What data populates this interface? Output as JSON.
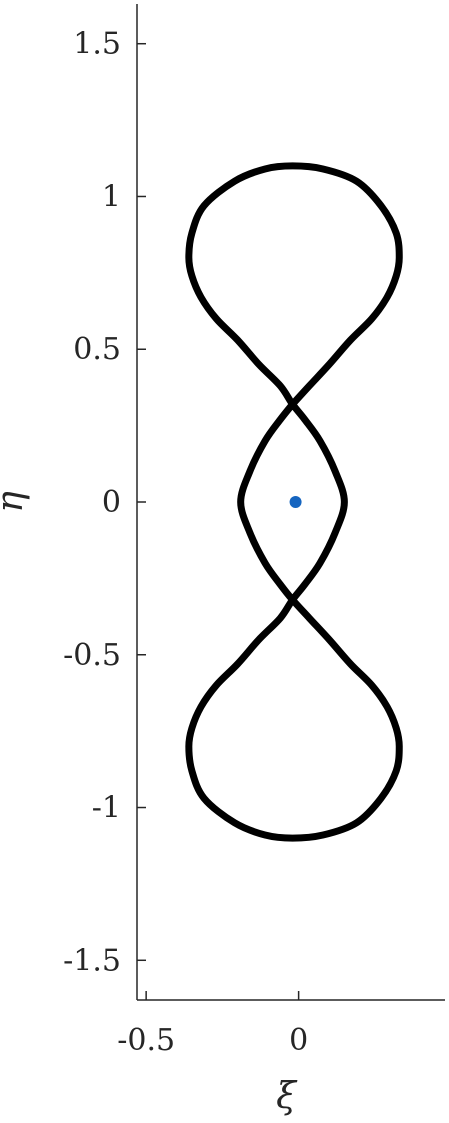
{
  "chart_data": {
    "type": "line",
    "title": "",
    "xlabel": "ξ",
    "ylabel": "η",
    "xlim": [
      -0.53,
      0.48
    ],
    "ylim": [
      -1.63,
      1.63
    ],
    "x_ticks": [
      {
        "value": -0.5,
        "label": "-0.5"
      },
      {
        "value": 0,
        "label": "0"
      }
    ],
    "y_ticks": [
      {
        "value": 1.5,
        "label": "1.5"
      },
      {
        "value": 1,
        "label": "1"
      },
      {
        "value": 0.5,
        "label": "0.5"
      },
      {
        "value": 0,
        "label": "0"
      },
      {
        "value": -0.5,
        "label": "-0.5"
      },
      {
        "value": -1,
        "label": "-1"
      },
      {
        "value": -1.5,
        "label": "-1.5"
      }
    ],
    "grid": false,
    "box": false,
    "series": [
      {
        "kind": "curve",
        "color": "#000000",
        "points": [
          [
            -0.02,
            0.32
          ],
          [
            0.035,
            0.38
          ],
          [
            0.1,
            0.45
          ],
          [
            0.17,
            0.53
          ],
          [
            0.24,
            0.6
          ],
          [
            0.29,
            0.67
          ],
          [
            0.32,
            0.74
          ],
          [
            0.33,
            0.8
          ],
          [
            0.32,
            0.88
          ],
          [
            0.27,
            0.97
          ],
          [
            0.19,
            1.05
          ],
          [
            0.08,
            1.09
          ],
          [
            -0.02,
            1.1
          ],
          [
            -0.11,
            1.09
          ],
          [
            -0.21,
            1.05
          ],
          [
            -0.31,
            0.97
          ],
          [
            -0.35,
            0.88
          ],
          [
            -0.36,
            0.8
          ],
          [
            -0.35,
            0.74
          ],
          [
            -0.32,
            0.67
          ],
          [
            -0.27,
            0.6
          ],
          [
            -0.2,
            0.53
          ],
          [
            -0.13,
            0.45
          ],
          [
            -0.06,
            0.38
          ],
          [
            -0.02,
            0.32
          ],
          [
            0.02,
            0.27
          ],
          [
            0.07,
            0.2
          ],
          [
            0.12,
            0.1
          ],
          [
            0.15,
            0.0
          ],
          [
            0.12,
            -0.1
          ],
          [
            0.07,
            -0.2
          ],
          [
            0.02,
            -0.27
          ],
          [
            -0.02,
            -0.32
          ],
          [
            -0.06,
            -0.38
          ],
          [
            -0.13,
            -0.45
          ],
          [
            -0.2,
            -0.53
          ],
          [
            -0.27,
            -0.6
          ],
          [
            -0.32,
            -0.67
          ],
          [
            -0.35,
            -0.74
          ],
          [
            -0.36,
            -0.8
          ],
          [
            -0.35,
            -0.88
          ],
          [
            -0.31,
            -0.97
          ],
          [
            -0.21,
            -1.05
          ],
          [
            -0.11,
            -1.09
          ],
          [
            -0.02,
            -1.1
          ],
          [
            0.08,
            -1.09
          ],
          [
            0.19,
            -1.05
          ],
          [
            0.27,
            -0.97
          ],
          [
            0.32,
            -0.88
          ],
          [
            0.33,
            -0.8
          ],
          [
            0.32,
            -0.74
          ],
          [
            0.29,
            -0.67
          ],
          [
            0.24,
            -0.6
          ],
          [
            0.17,
            -0.53
          ],
          [
            0.1,
            -0.45
          ],
          [
            0.035,
            -0.38
          ],
          [
            -0.02,
            -0.32
          ],
          [
            -0.06,
            -0.27
          ],
          [
            -0.11,
            -0.2
          ],
          [
            -0.16,
            -0.1
          ],
          [
            -0.19,
            0.0
          ],
          [
            -0.16,
            0.1
          ],
          [
            -0.11,
            0.2
          ],
          [
            -0.06,
            0.27
          ],
          [
            -0.02,
            0.32
          ]
        ]
      },
      {
        "kind": "point",
        "color": "#1565c0",
        "x": -0.01,
        "y": 0.0
      }
    ]
  }
}
